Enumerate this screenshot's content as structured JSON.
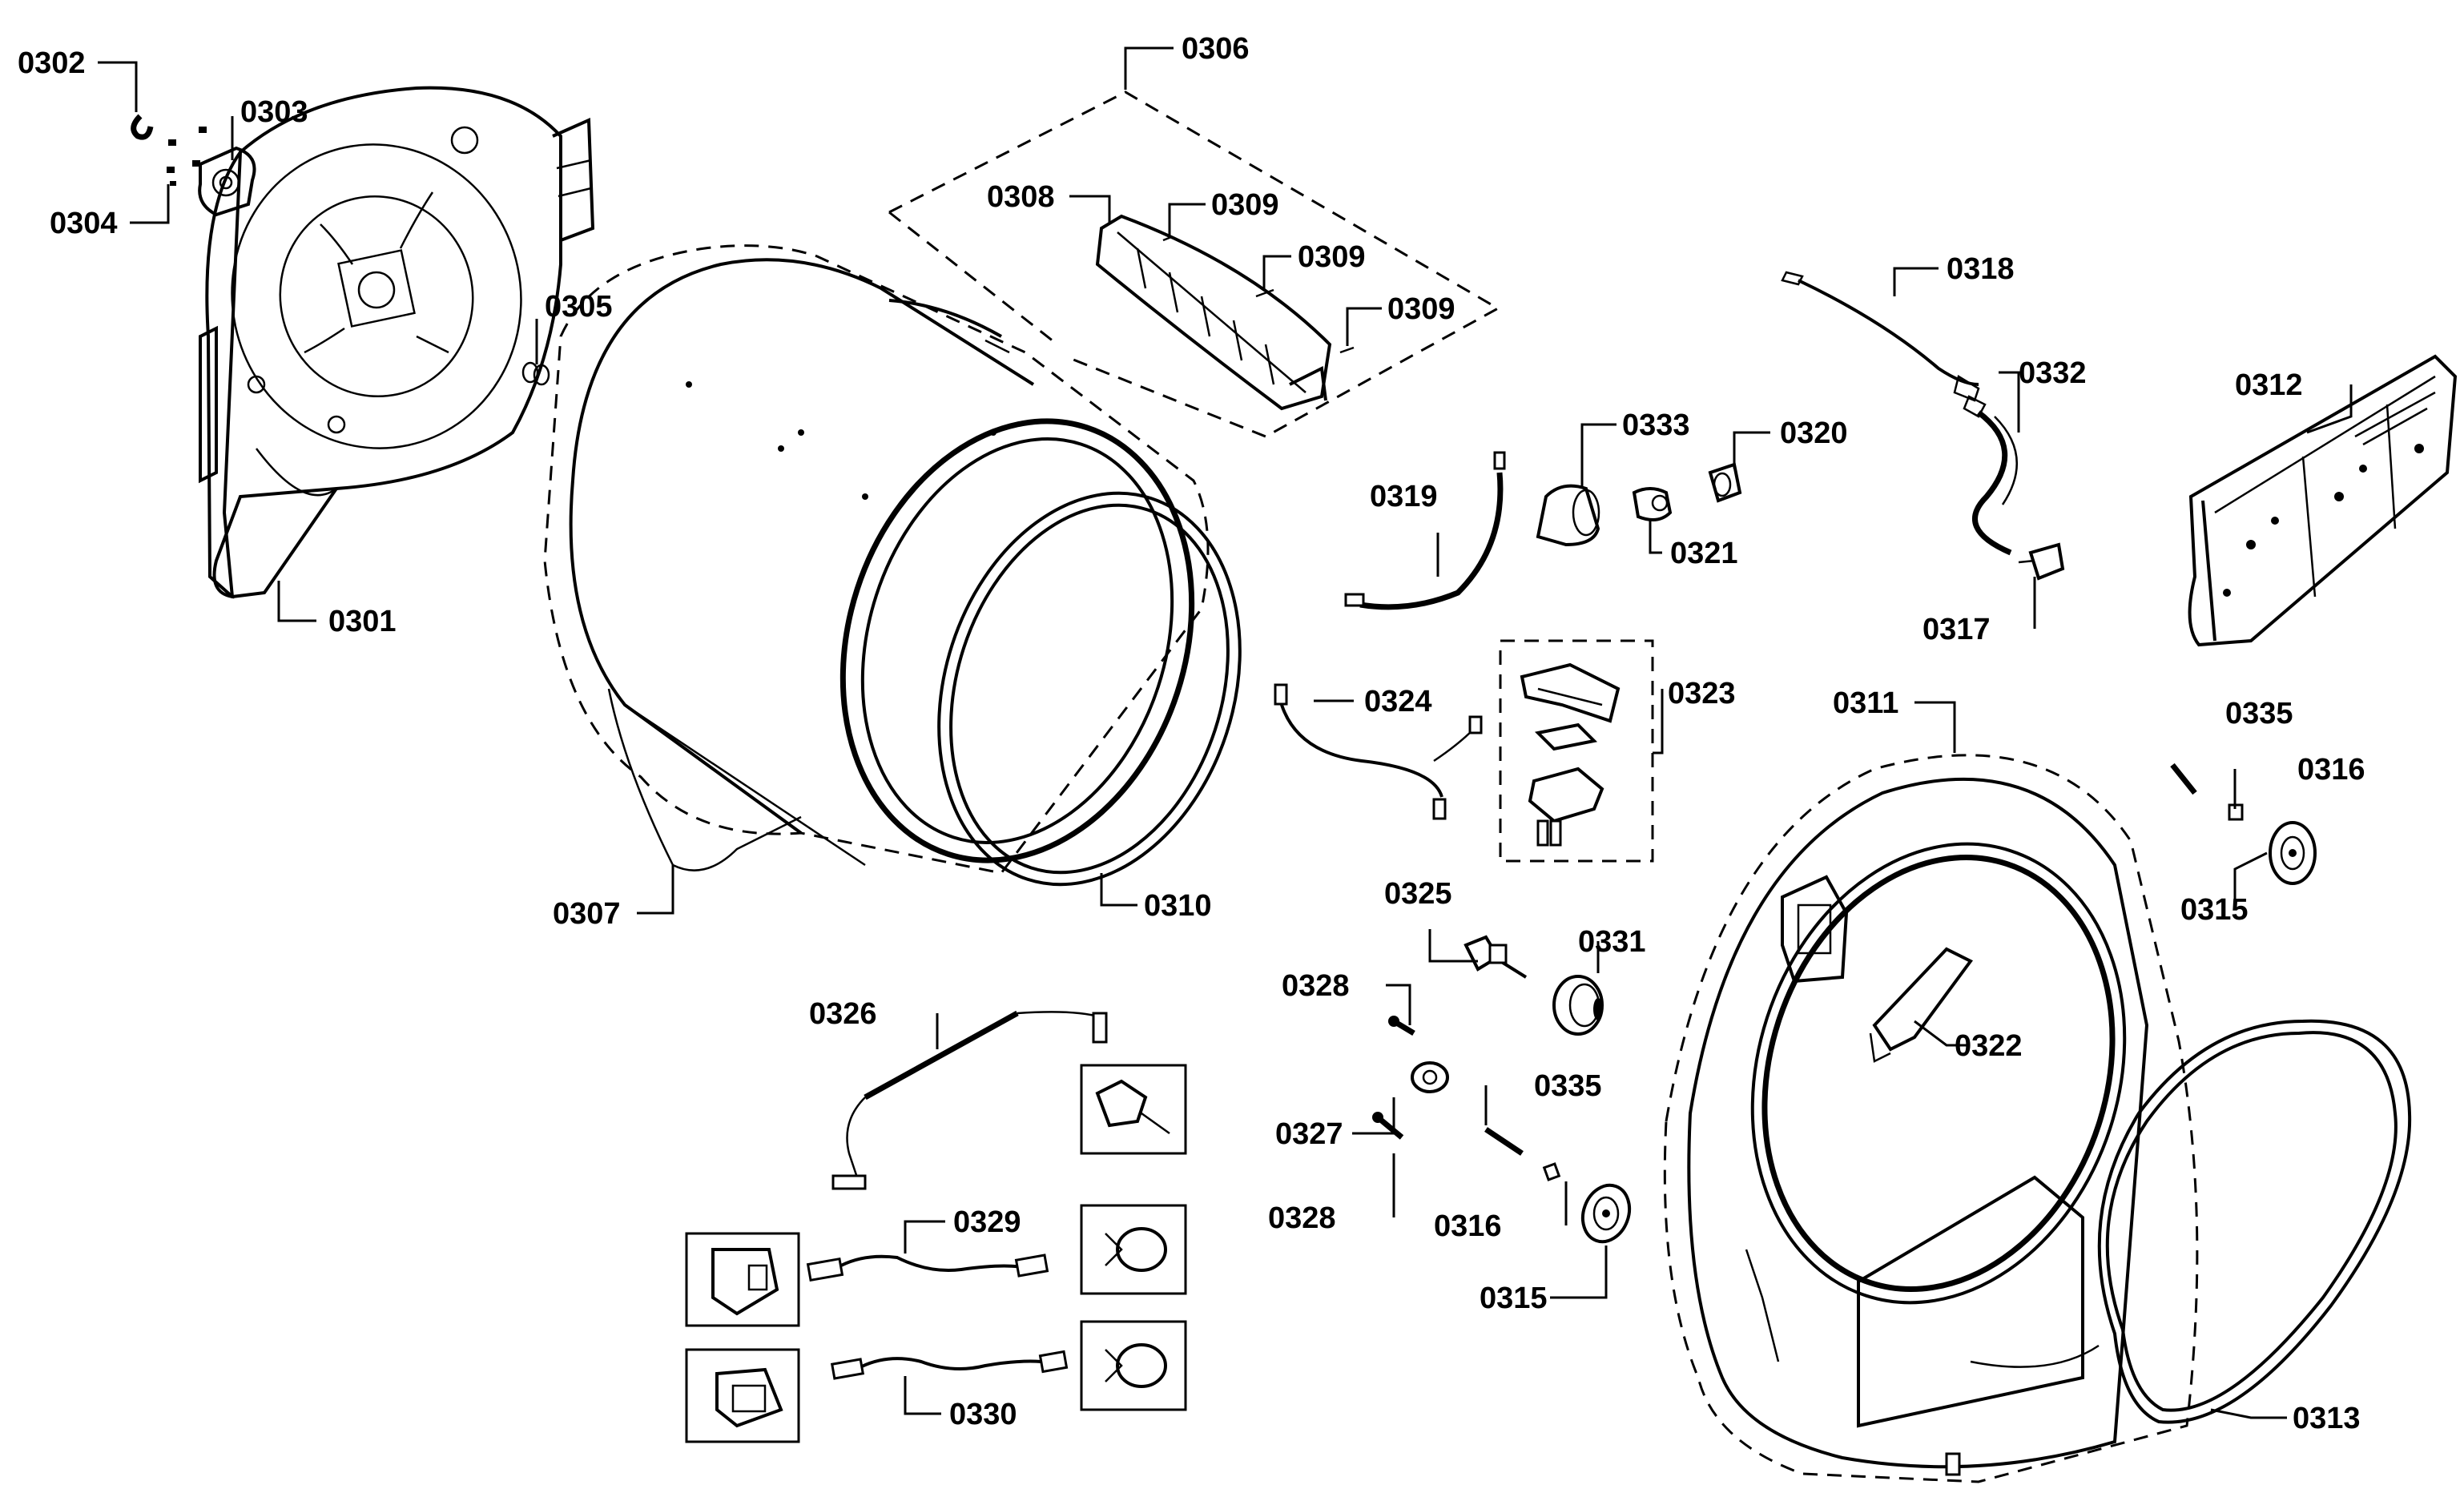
{
  "diagram": {
    "type": "exploded-parts-view",
    "line_color": "#000000",
    "background": "#ffffff"
  },
  "callouts": [
    {
      "id": "0301",
      "label": "0301"
    },
    {
      "id": "0302",
      "label": "0302"
    },
    {
      "id": "0303",
      "label": "0303"
    },
    {
      "id": "0304",
      "label": "0304"
    },
    {
      "id": "0305",
      "label": "0305"
    },
    {
      "id": "0306",
      "label": "0306"
    },
    {
      "id": "0307",
      "label": "0307"
    },
    {
      "id": "0308",
      "label": "0308"
    },
    {
      "id": "0309a",
      "label": "0309"
    },
    {
      "id": "0309b",
      "label": "0309"
    },
    {
      "id": "0309c",
      "label": "0309"
    },
    {
      "id": "0310",
      "label": "0310"
    },
    {
      "id": "0311",
      "label": "0311"
    },
    {
      "id": "0312",
      "label": "0312"
    },
    {
      "id": "0313",
      "label": "0313"
    },
    {
      "id": "0315a",
      "label": "0315"
    },
    {
      "id": "0315b",
      "label": "0315"
    },
    {
      "id": "0316a",
      "label": "0316"
    },
    {
      "id": "0316b",
      "label": "0316"
    },
    {
      "id": "0317",
      "label": "0317"
    },
    {
      "id": "0318",
      "label": "0318"
    },
    {
      "id": "0319",
      "label": "0319"
    },
    {
      "id": "0320",
      "label": "0320"
    },
    {
      "id": "0321",
      "label": "0321"
    },
    {
      "id": "0322",
      "label": "0322"
    },
    {
      "id": "0323",
      "label": "0323"
    },
    {
      "id": "0324",
      "label": "0324"
    },
    {
      "id": "0325",
      "label": "0325"
    },
    {
      "id": "0326",
      "label": "0326"
    },
    {
      "id": "0327",
      "label": "0327"
    },
    {
      "id": "0328a",
      "label": "0328"
    },
    {
      "id": "0328b",
      "label": "0328"
    },
    {
      "id": "0329",
      "label": "0329"
    },
    {
      "id": "0330",
      "label": "0330"
    },
    {
      "id": "0331",
      "label": "0331"
    },
    {
      "id": "0332",
      "label": "0332"
    },
    {
      "id": "0333",
      "label": "0333"
    },
    {
      "id": "0335a",
      "label": "0335"
    },
    {
      "id": "0335b",
      "label": "0335"
    }
  ]
}
